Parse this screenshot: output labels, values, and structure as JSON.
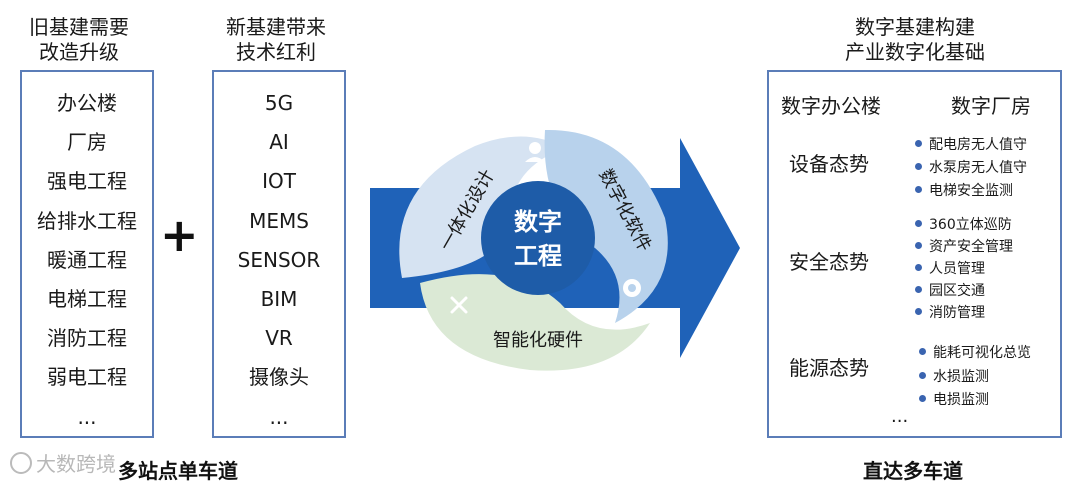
{
  "old": {
    "title_line1": "旧基建需要",
    "title_line2": "改造升级",
    "items": [
      "办公楼",
      "厂房",
      "强电工程",
      "给排水工程",
      "暖通工程",
      "电梯工程",
      "消防工程",
      "弱电工程",
      "..."
    ]
  },
  "plus": "+",
  "new": {
    "title_line1": "新基建带来",
    "title_line2": "技术红利",
    "items": [
      "5G",
      "AI",
      "IOT",
      "MEMS",
      "SENSOR",
      "BIM",
      "VR",
      "摄像头",
      "..."
    ]
  },
  "center": {
    "core_line1": "数字",
    "core_line2": "工程",
    "segment_design": "一体化设计",
    "segment_software": "数字化软件",
    "segment_hardware": "智能化硬件"
  },
  "digital": {
    "title_line1": "数字基建构建",
    "title_line2": "产业数字化基础",
    "head_office": "数字办公楼",
    "head_factory": "数字厂房",
    "groups": [
      {
        "name": "设备态势",
        "items": [
          "配电房无人值守",
          "水泵房无人值守",
          "电梯安全监测"
        ]
      },
      {
        "name": "安全态势",
        "items": [
          "360立体巡防",
          "资产安全管理",
          "人员管理",
          "园区交通",
          "消防管理"
        ]
      },
      {
        "name": "能源态势",
        "items": [
          "能耗可视化总览",
          "水损监测",
          "电损监测"
        ]
      }
    ],
    "more": "..."
  },
  "bottom": {
    "left": "多站点单车道",
    "right": "直达多车道"
  },
  "watermark": "大数跨境",
  "colors": {
    "border": "#5b7db8",
    "arrow": "#1f62b8",
    "core": "#1e5ca8",
    "design_seg": "#d6e3f2",
    "software_seg": "#b8d2ec",
    "hardware_seg": "#dbe9d5",
    "bullet": "#3a64b0"
  }
}
